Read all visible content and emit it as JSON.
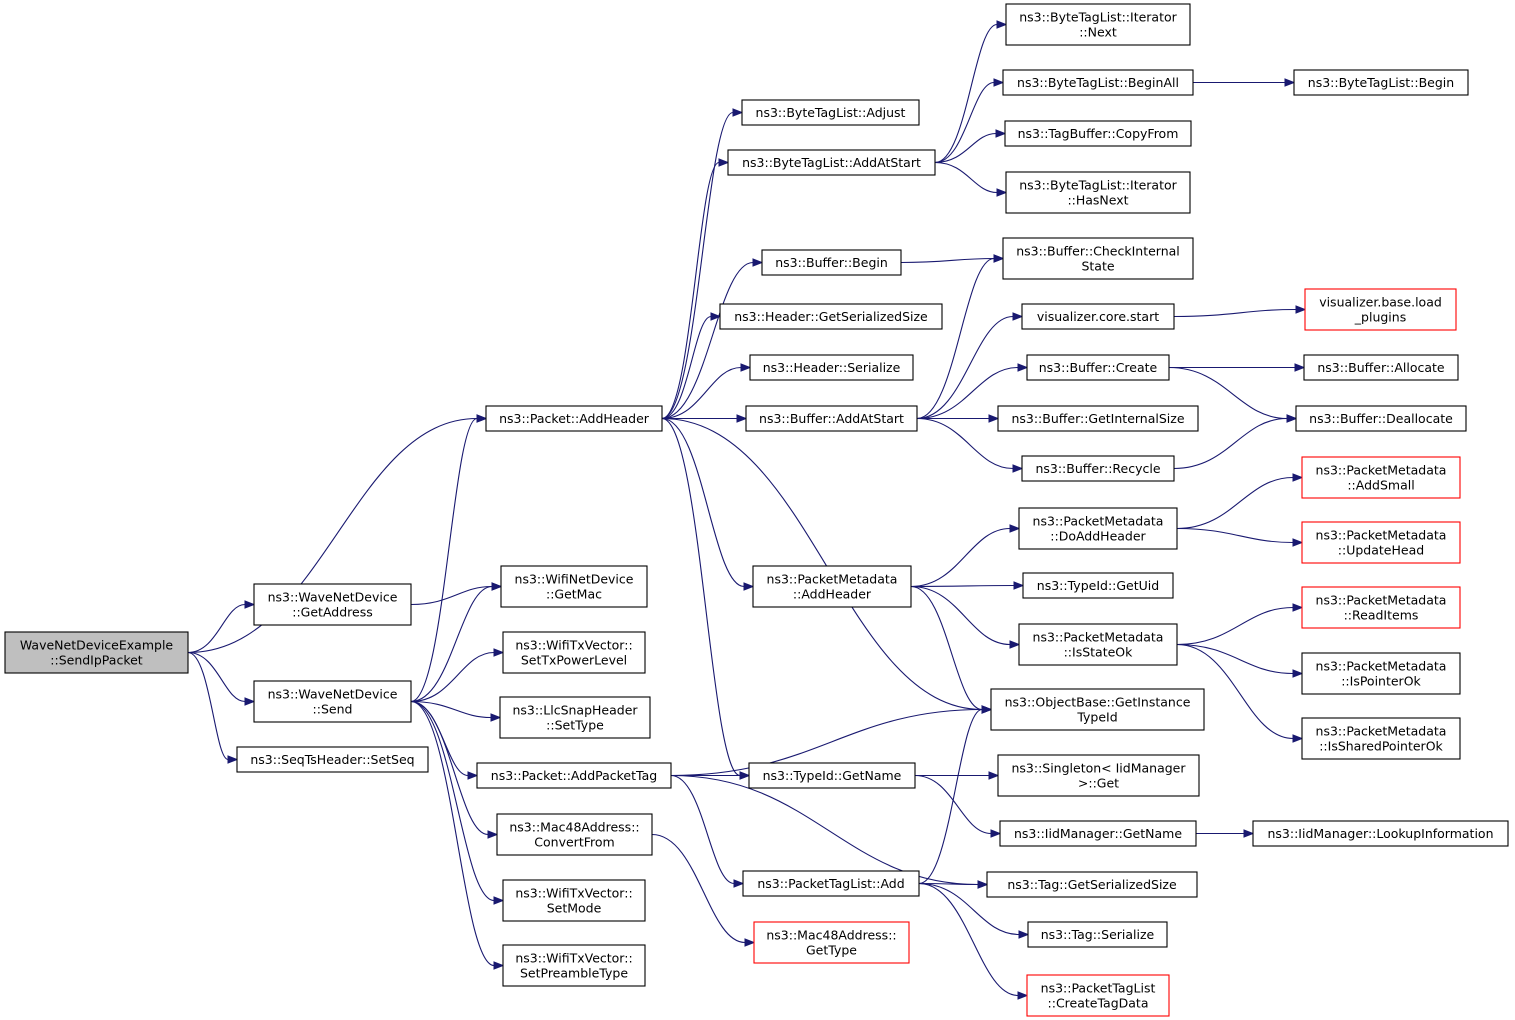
{
  "nodes": [
    {
      "id": "root",
      "lines": [
        "WaveNetDeviceExample",
        "::SendIpPacket"
      ],
      "kind": "root"
    },
    {
      "id": "addHeader",
      "lines": [
        "ns3::Packet::AddHeader"
      ]
    },
    {
      "id": "getAddress",
      "lines": [
        "ns3::WaveNetDevice",
        "::GetAddress"
      ]
    },
    {
      "id": "send",
      "lines": [
        "ns3::WaveNetDevice",
        "::Send"
      ]
    },
    {
      "id": "setSeq",
      "lines": [
        "ns3::SeqTsHeader::SetSeq"
      ]
    },
    {
      "id": "btlAdjust",
      "lines": [
        "ns3::ByteTagList::Adjust"
      ]
    },
    {
      "id": "btlAddAtStart",
      "lines": [
        "ns3::ByteTagList::AddAtStart"
      ]
    },
    {
      "id": "bufBegin",
      "lines": [
        "ns3::Buffer::Begin"
      ]
    },
    {
      "id": "hdrGetSize",
      "lines": [
        "ns3::Header::GetSerializedSize"
      ]
    },
    {
      "id": "hdrSerialize",
      "lines": [
        "ns3::Header::Serialize"
      ]
    },
    {
      "id": "bufAddAtStart",
      "lines": [
        "ns3::Buffer::AddAtStart"
      ]
    },
    {
      "id": "pmAddHeader",
      "lines": [
        "ns3::PacketMetadata",
        "::AddHeader"
      ]
    },
    {
      "id": "typeGetName",
      "lines": [
        "ns3::TypeId::GetName"
      ]
    },
    {
      "id": "wifiGetMac",
      "lines": [
        "ns3::WifiNetDevice",
        "::GetMac"
      ]
    },
    {
      "id": "txSetPower",
      "lines": [
        "ns3::WifiTxVector::",
        "SetTxPowerLevel"
      ]
    },
    {
      "id": "llcSetType",
      "lines": [
        "ns3::LlcSnapHeader",
        "::SetType"
      ]
    },
    {
      "id": "addPacketTag",
      "lines": [
        "ns3::Packet::AddPacketTag"
      ]
    },
    {
      "id": "macConvertFrom",
      "lines": [
        "ns3::Mac48Address::",
        "ConvertFrom"
      ]
    },
    {
      "id": "txSetMode",
      "lines": [
        "ns3::WifiTxVector::",
        "SetMode"
      ]
    },
    {
      "id": "txSetPreamble",
      "lines": [
        "ns3::WifiTxVector::",
        "SetPreambleType"
      ]
    },
    {
      "id": "macGetType",
      "lines": [
        "ns3::Mac48Address::",
        "GetType"
      ],
      "kind": "red"
    },
    {
      "id": "ptlAdd",
      "lines": [
        "ns3::PacketTagList::Add"
      ]
    },
    {
      "id": "itNext",
      "lines": [
        "ns3::ByteTagList::Iterator",
        "::Next"
      ]
    },
    {
      "id": "btlBeginAll",
      "lines": [
        "ns3::ByteTagList::BeginAll"
      ]
    },
    {
      "id": "tbCopyFrom",
      "lines": [
        "ns3::TagBuffer::CopyFrom"
      ]
    },
    {
      "id": "itHasNext",
      "lines": [
        "ns3::ByteTagList::Iterator",
        "::HasNext"
      ]
    },
    {
      "id": "bufCheckInternal",
      "lines": [
        "ns3::Buffer::CheckInternal",
        "State"
      ]
    },
    {
      "id": "vizStart",
      "lines": [
        "visualizer.core.start"
      ]
    },
    {
      "id": "bufCreate",
      "lines": [
        "ns3::Buffer::Create"
      ]
    },
    {
      "id": "bufGetInternalSize",
      "lines": [
        "ns3::Buffer::GetInternalSize"
      ]
    },
    {
      "id": "bufRecycle",
      "lines": [
        "ns3::Buffer::Recycle"
      ]
    },
    {
      "id": "pmDoAddHeader",
      "lines": [
        "ns3::PacketMetadata",
        "::DoAddHeader"
      ]
    },
    {
      "id": "typeGetUid",
      "lines": [
        "ns3::TypeId::GetUid"
      ]
    },
    {
      "id": "pmIsStateOk",
      "lines": [
        "ns3::PacketMetadata",
        "::IsStateOk"
      ]
    },
    {
      "id": "obGetInstance",
      "lines": [
        "ns3::ObjectBase::GetInstance",
        "TypeId"
      ]
    },
    {
      "id": "singletonGet",
      "lines": [
        "ns3::Singleton< IidManager",
        ">::Get"
      ]
    },
    {
      "id": "iidGetName",
      "lines": [
        "ns3::IidManager::GetName"
      ]
    },
    {
      "id": "tagGetSize",
      "lines": [
        "ns3::Tag::GetSerializedSize"
      ]
    },
    {
      "id": "tagSerialize",
      "lines": [
        "ns3::Tag::Serialize"
      ]
    },
    {
      "id": "ptlCreateTagData",
      "lines": [
        "ns3::PacketTagList",
        "::CreateTagData"
      ],
      "kind": "red"
    },
    {
      "id": "btlBegin",
      "lines": [
        "ns3::ByteTagList::Begin"
      ]
    },
    {
      "id": "vizLoadPlugins",
      "lines": [
        "visualizer.base.load",
        "_plugins"
      ],
      "kind": "red"
    },
    {
      "id": "bufAllocate",
      "lines": [
        "ns3::Buffer::Allocate"
      ]
    },
    {
      "id": "bufDeallocate",
      "lines": [
        "ns3::Buffer::Deallocate"
      ]
    },
    {
      "id": "pmAddSmall",
      "lines": [
        "ns3::PacketMetadata",
        "::AddSmall"
      ],
      "kind": "red"
    },
    {
      "id": "pmUpdateHead",
      "lines": [
        "ns3::PacketMetadata",
        "::UpdateHead"
      ],
      "kind": "red"
    },
    {
      "id": "pmReadItems",
      "lines": [
        "ns3::PacketMetadata",
        "::ReadItems"
      ],
      "kind": "red"
    },
    {
      "id": "pmIsPointerOk",
      "lines": [
        "ns3::PacketMetadata",
        "::IsPointerOk"
      ]
    },
    {
      "id": "pmIsSharedPointerOk",
      "lines": [
        "ns3::PacketMetadata",
        "::IsSharedPointerOk"
      ]
    },
    {
      "id": "iidLookup",
      "lines": [
        "ns3::IidManager::LookupInformation"
      ]
    }
  ],
  "edges": [
    [
      "root",
      "addHeader"
    ],
    [
      "root",
      "getAddress"
    ],
    [
      "root",
      "send"
    ],
    [
      "root",
      "setSeq"
    ],
    [
      "getAddress",
      "wifiGetMac"
    ],
    [
      "send",
      "addHeader"
    ],
    [
      "send",
      "wifiGetMac"
    ],
    [
      "send",
      "txSetPower"
    ],
    [
      "send",
      "llcSetType"
    ],
    [
      "send",
      "addPacketTag"
    ],
    [
      "send",
      "macConvertFrom"
    ],
    [
      "send",
      "txSetMode"
    ],
    [
      "send",
      "txSetPreamble"
    ],
    [
      "addHeader",
      "btlAdjust"
    ],
    [
      "addHeader",
      "btlAddAtStart"
    ],
    [
      "addHeader",
      "bufBegin"
    ],
    [
      "addHeader",
      "hdrGetSize"
    ],
    [
      "addHeader",
      "hdrSerialize"
    ],
    [
      "addHeader",
      "bufAddAtStart"
    ],
    [
      "addHeader",
      "pmAddHeader"
    ],
    [
      "addHeader",
      "typeGetName"
    ],
    [
      "addHeader",
      "obGetInstance"
    ],
    [
      "btlAddAtStart",
      "itNext"
    ],
    [
      "btlAddAtStart",
      "btlBeginAll"
    ],
    [
      "btlAddAtStart",
      "tbCopyFrom"
    ],
    [
      "btlAddAtStart",
      "itHasNext"
    ],
    [
      "btlBeginAll",
      "btlBegin"
    ],
    [
      "bufBegin",
      "bufCheckInternal"
    ],
    [
      "bufAddAtStart",
      "bufCheckInternal"
    ],
    [
      "bufAddAtStart",
      "vizStart"
    ],
    [
      "bufAddAtStart",
      "bufCreate"
    ],
    [
      "bufAddAtStart",
      "bufGetInternalSize"
    ],
    [
      "bufAddAtStart",
      "bufRecycle"
    ],
    [
      "vizStart",
      "vizLoadPlugins"
    ],
    [
      "bufCreate",
      "bufAllocate"
    ],
    [
      "bufCreate",
      "bufDeallocate"
    ],
    [
      "bufRecycle",
      "bufDeallocate"
    ],
    [
      "pmAddHeader",
      "pmDoAddHeader"
    ],
    [
      "pmAddHeader",
      "typeGetUid"
    ],
    [
      "pmAddHeader",
      "pmIsStateOk"
    ],
    [
      "pmAddHeader",
      "obGetInstance"
    ],
    [
      "pmDoAddHeader",
      "pmAddSmall"
    ],
    [
      "pmDoAddHeader",
      "pmUpdateHead"
    ],
    [
      "pmIsStateOk",
      "pmReadItems"
    ],
    [
      "pmIsStateOk",
      "pmIsPointerOk"
    ],
    [
      "pmIsStateOk",
      "pmIsSharedPointerOk"
    ],
    [
      "addPacketTag",
      "obGetInstance"
    ],
    [
      "addPacketTag",
      "typeGetName"
    ],
    [
      "addPacketTag",
      "ptlAdd"
    ],
    [
      "addPacketTag",
      "tagGetSize"
    ],
    [
      "macConvertFrom",
      "macGetType"
    ],
    [
      "typeGetName",
      "singletonGet"
    ],
    [
      "typeGetName",
      "iidGetName"
    ],
    [
      "iidGetName",
      "iidLookup"
    ],
    [
      "ptlAdd",
      "obGetInstance"
    ],
    [
      "ptlAdd",
      "tagGetSize"
    ],
    [
      "ptlAdd",
      "tagSerialize"
    ],
    [
      "ptlAdd",
      "ptlCreateTagData"
    ]
  ]
}
